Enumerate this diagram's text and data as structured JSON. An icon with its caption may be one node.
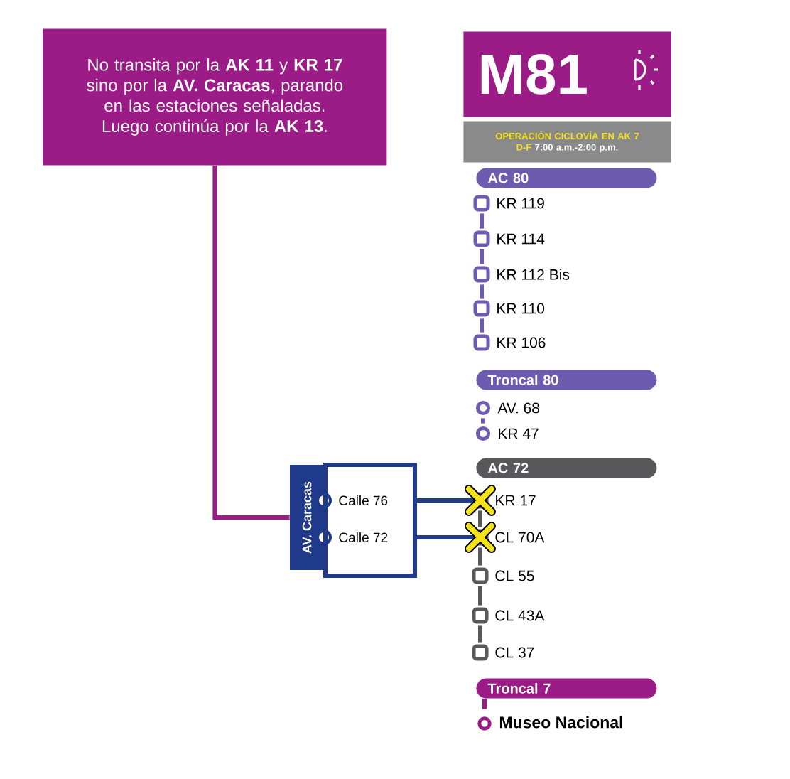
{
  "diagram": {
    "nodes": [
      {
        "text": [
          "No transita por la **AK 11** y **KR 17** sino por la **AV. Caracas**, parando en las estaciones señaladas. Luego continúa por la **AK 13**."
        ]
      },
      {
        "text": [
          "M81"
        ]
      },
      {
        "text": [
          "OPERACIÓN CICLOVÍA EN AK 7",
          "D-F",
          "7:00 a.m.-2:00 p.m."
        ]
      },
      {
        "text": [
          "AC 80"
        ]
      },
      {
        "text": [
          "KR 119"
        ]
      },
      {
        "text": [
          "KR 114"
        ]
      },
      {
        "text": [
          "KR 112 Bis"
        ]
      },
      {
        "text": [
          "KR 110"
        ]
      },
      {
        "text": [
          "KR 106"
        ]
      },
      {
        "text": [
          "Troncal 80"
        ]
      },
      {
        "text": [
          "AV. 68"
        ]
      },
      {
        "text": [
          "KR 47"
        ]
      },
      {
        "text": [
          "AC 72"
        ]
      },
      {
        "text": [
          "KR 17"
        ]
      },
      {
        "text": [
          "CL 70A"
        ]
      },
      {
        "text": [
          "CL 55"
        ]
      },
      {
        "text": [
          "CL 43A"
        ]
      },
      {
        "text": [
          "CL 37"
        ]
      },
      {
        "text": [
          "Troncal 7"
        ]
      },
      {
        "text": [
          "Museo Nacional"
        ]
      },
      {
        "text": [
          "AV. Caracas"
        ]
      },
      {
        "text": [
          "Calle 76"
        ]
      },
      {
        "text": [
          "Calle 72"
        ]
      }
    ],
    "edges": [
      {
        "from": 0,
        "to": 20,
        "arrow": "none",
        "color": "#9b1b87"
      },
      {
        "from": 4,
        "to": 5,
        "arrow": "none",
        "color": "#6d5bb0"
      },
      {
        "from": 5,
        "to": 6,
        "arrow": "none",
        "color": "#6d5bb0"
      },
      {
        "from": 6,
        "to": 7,
        "arrow": "none",
        "color": "#6d5bb0"
      },
      {
        "from": 7,
        "to": 8,
        "arrow": "none",
        "color": "#6d5bb0"
      },
      {
        "from": 10,
        "to": 11,
        "arrow": "none",
        "color": "#6d5bb0"
      },
      {
        "from": 13,
        "to": 21,
        "arrow": "none",
        "color": "#1f3a8a"
      },
      {
        "from": 22,
        "to": 14,
        "arrow": "none",
        "color": "#1f3a8a"
      },
      {
        "from": 13,
        "to": 14,
        "arrow": "none",
        "color": "#58585a"
      },
      {
        "from": 14,
        "to": 15,
        "arrow": "none",
        "color": "#58585a"
      },
      {
        "from": 15,
        "to": 16,
        "arrow": "none",
        "color": "#58585a"
      },
      {
        "from": 16,
        "to": 17,
        "arrow": "none",
        "color": "#58585a"
      },
      {
        "from": 18,
        "to": 19,
        "arrow": "none",
        "color": "#9b1b87"
      }
    ]
  }
}
